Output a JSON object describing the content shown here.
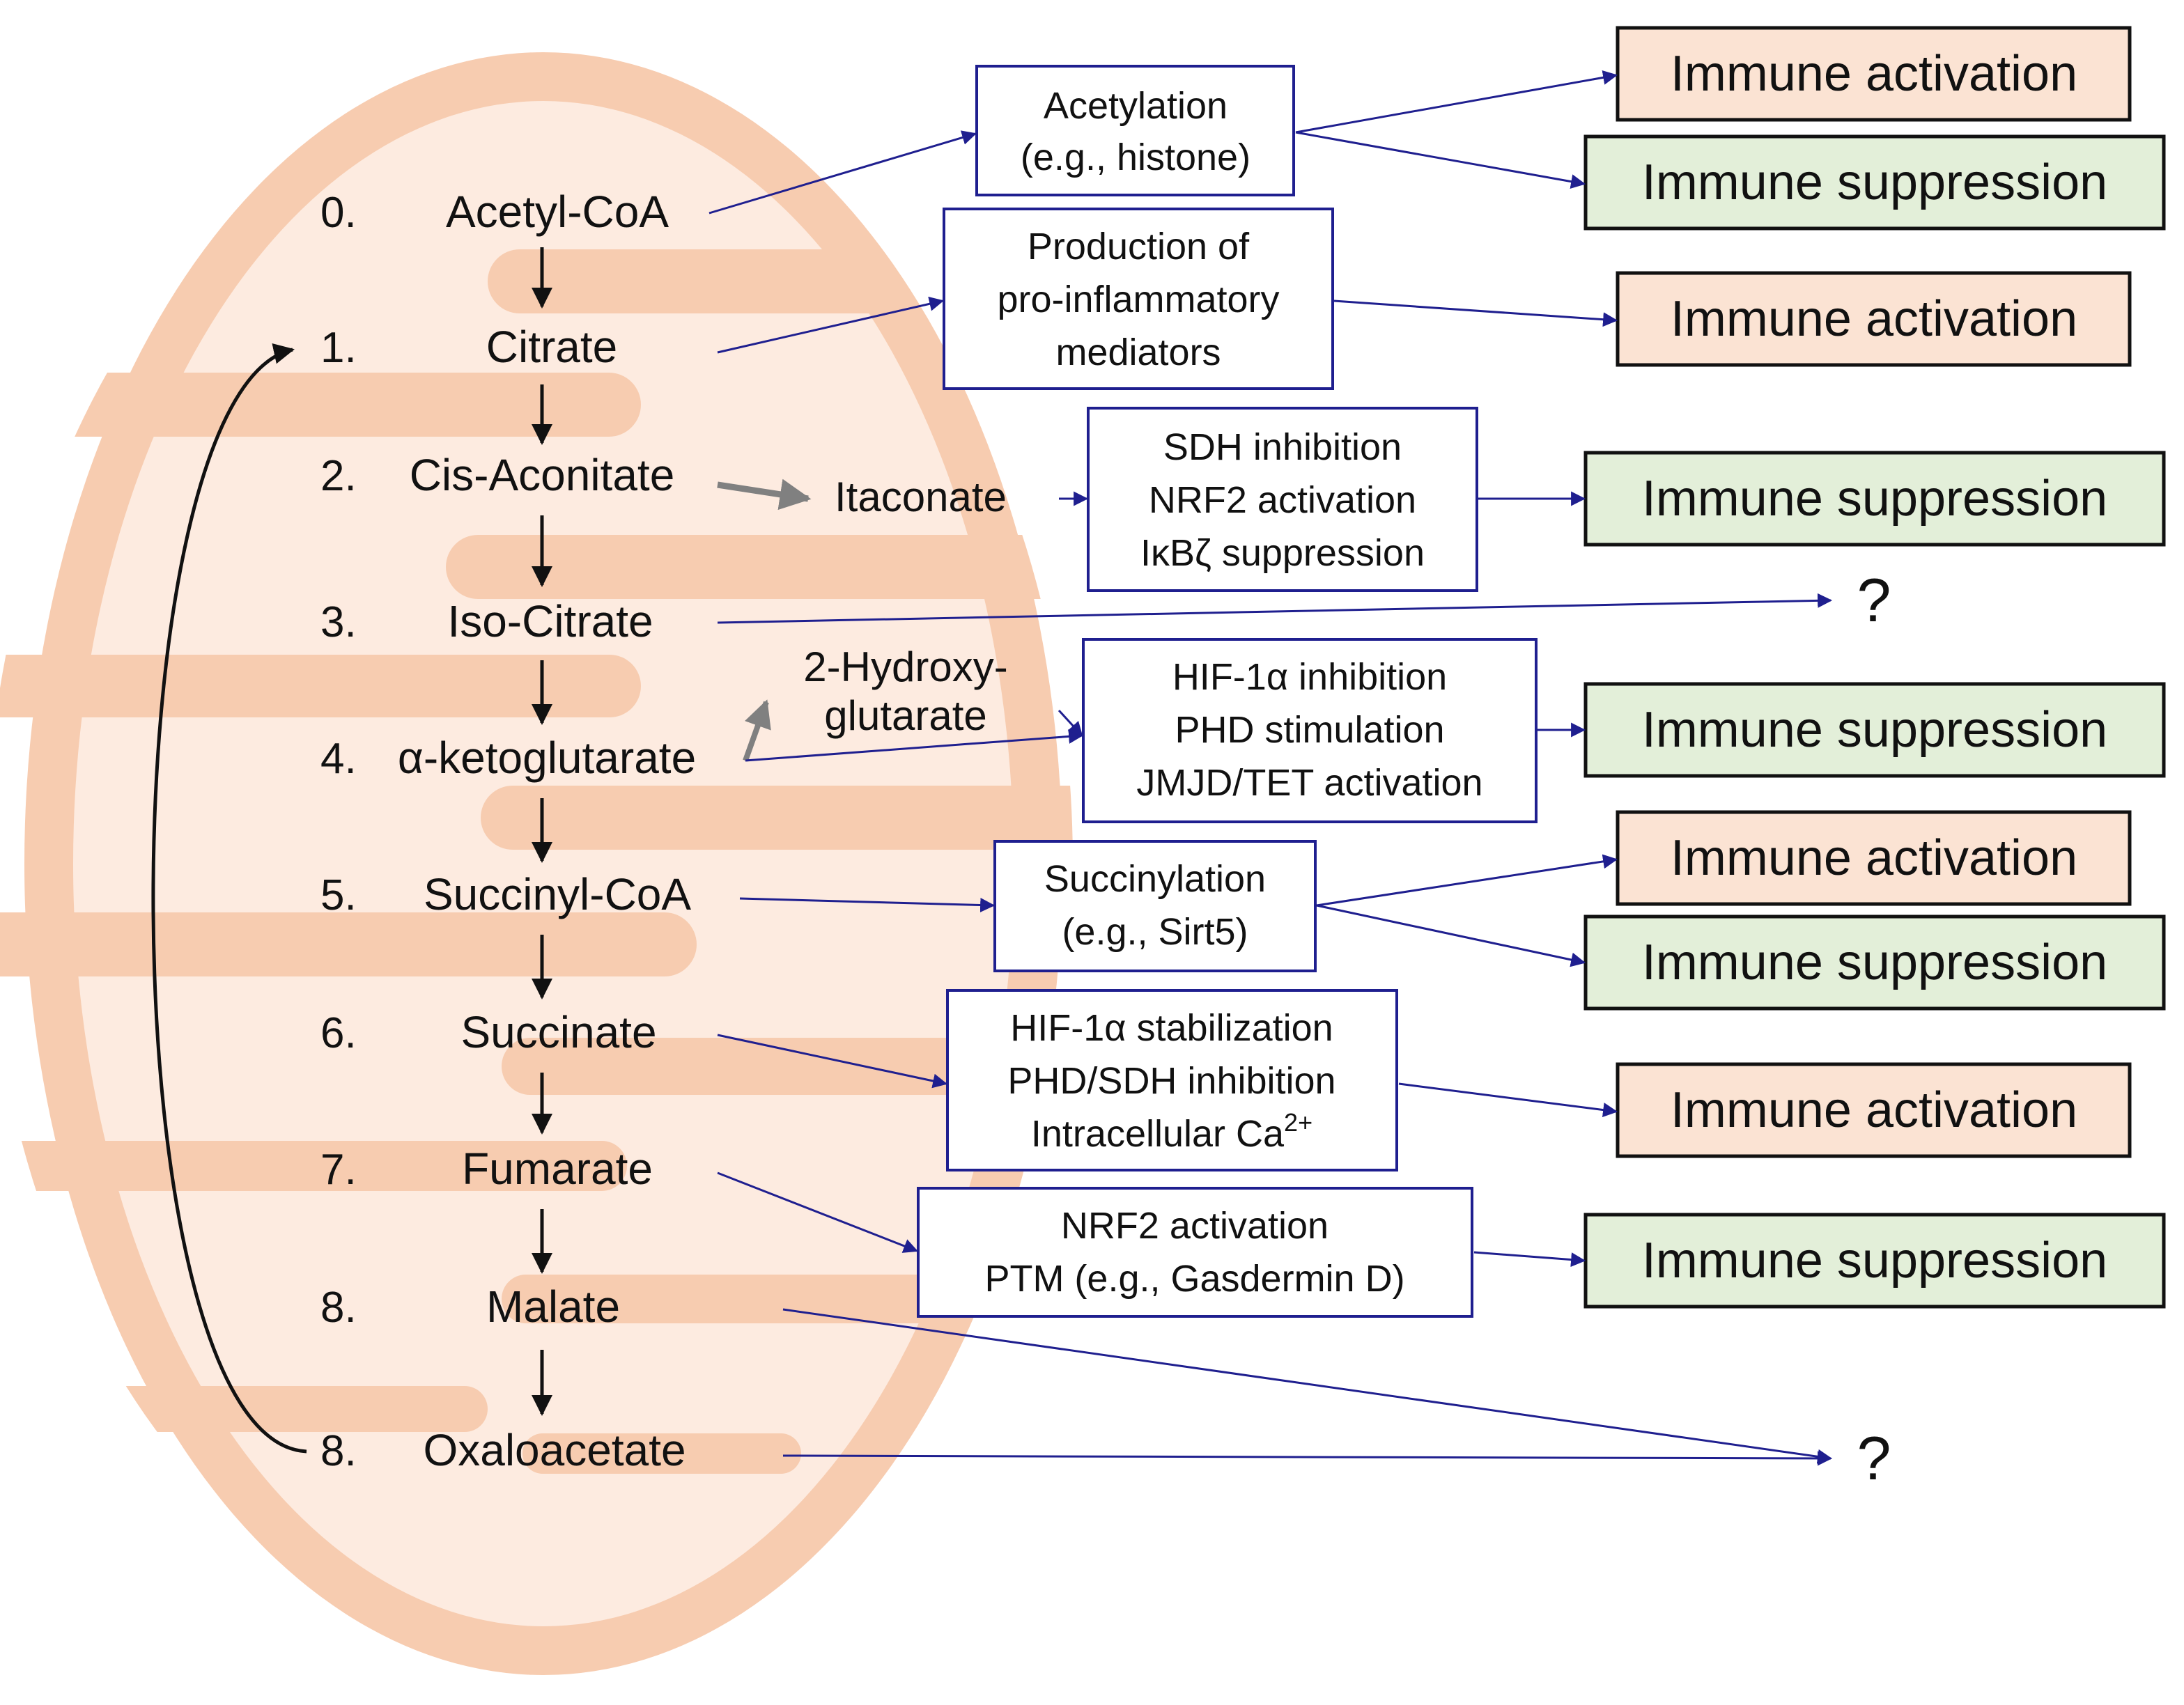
{
  "colors": {
    "mito_outer": "#f7ccb0",
    "mito_inner": "#fdebe0",
    "cristae": "#f7ccb0",
    "link_arrow": "#1f1f8f",
    "itaconate_arrow": "#808080",
    "activation_fill": "#fbe3d3",
    "suppression_fill": "#e3efd9"
  },
  "metabolites": [
    {
      "num": "0.",
      "name": "Acetyl-CoA"
    },
    {
      "num": "1.",
      "name": "Citrate"
    },
    {
      "num": "2.",
      "name": "Cis-Aconitate"
    },
    {
      "num": "3.",
      "name": "Iso-Citrate"
    },
    {
      "num": "4.",
      "name": "α-ketoglutarate"
    },
    {
      "num": "5.",
      "name": "Succinyl-CoA"
    },
    {
      "num": "6.",
      "name": "Succinate"
    },
    {
      "num": "7.",
      "name": "Fumarate"
    },
    {
      "num": "8.",
      "name": "Malate"
    },
    {
      "num": "8.",
      "name": "Oxaloacetate"
    }
  ],
  "side_products": {
    "itaconate": "Itaconate",
    "hydroxyglutarate": [
      "2-Hydroxy-",
      "glutarate"
    ]
  },
  "mechanisms": [
    {
      "id": "acetylation",
      "lines": [
        "Acetylation",
        "(e.g., histone)"
      ]
    },
    {
      "id": "proinflammatory",
      "lines": [
        "Production of",
        "pro-inflammatory",
        "mediators"
      ]
    },
    {
      "id": "itaconate-effects",
      "lines": [
        "SDH inhibition",
        "NRF2 activation",
        "IκBζ suppression"
      ]
    },
    {
      "id": "hydroxyglutarate-effects",
      "lines": [
        "HIF-1α inhibition",
        "PHD stimulation",
        "JMJD/TET activation"
      ]
    },
    {
      "id": "succinylation",
      "lines": [
        "Succinylation",
        "(e.g., Sirt5)"
      ]
    },
    {
      "id": "succinate-effects",
      "lines": [
        "HIF-1α stabilization",
        "PHD/SDH inhibition",
        "Intracellular Ca"
      ],
      "superscript": "2+"
    },
    {
      "id": "fumarate-effects",
      "lines": [
        "NRF2 activation",
        "PTM (e.g., Gasdermin D)"
      ]
    }
  ],
  "outcomes": [
    {
      "text": "Immune activation",
      "type": "activation"
    },
    {
      "text": "Immune suppression",
      "type": "suppression"
    },
    {
      "text": "Immune activation",
      "type": "activation"
    },
    {
      "text": "Immune suppression",
      "type": "suppression"
    },
    {
      "text": "Immune suppression",
      "type": "suppression"
    },
    {
      "text": "Immune activation",
      "type": "activation"
    },
    {
      "text": "Immune suppression",
      "type": "suppression"
    },
    {
      "text": "Immune activation",
      "type": "activation"
    },
    {
      "text": "Immune suppression",
      "type": "suppression"
    }
  ],
  "unknowns": [
    "?",
    "?"
  ]
}
